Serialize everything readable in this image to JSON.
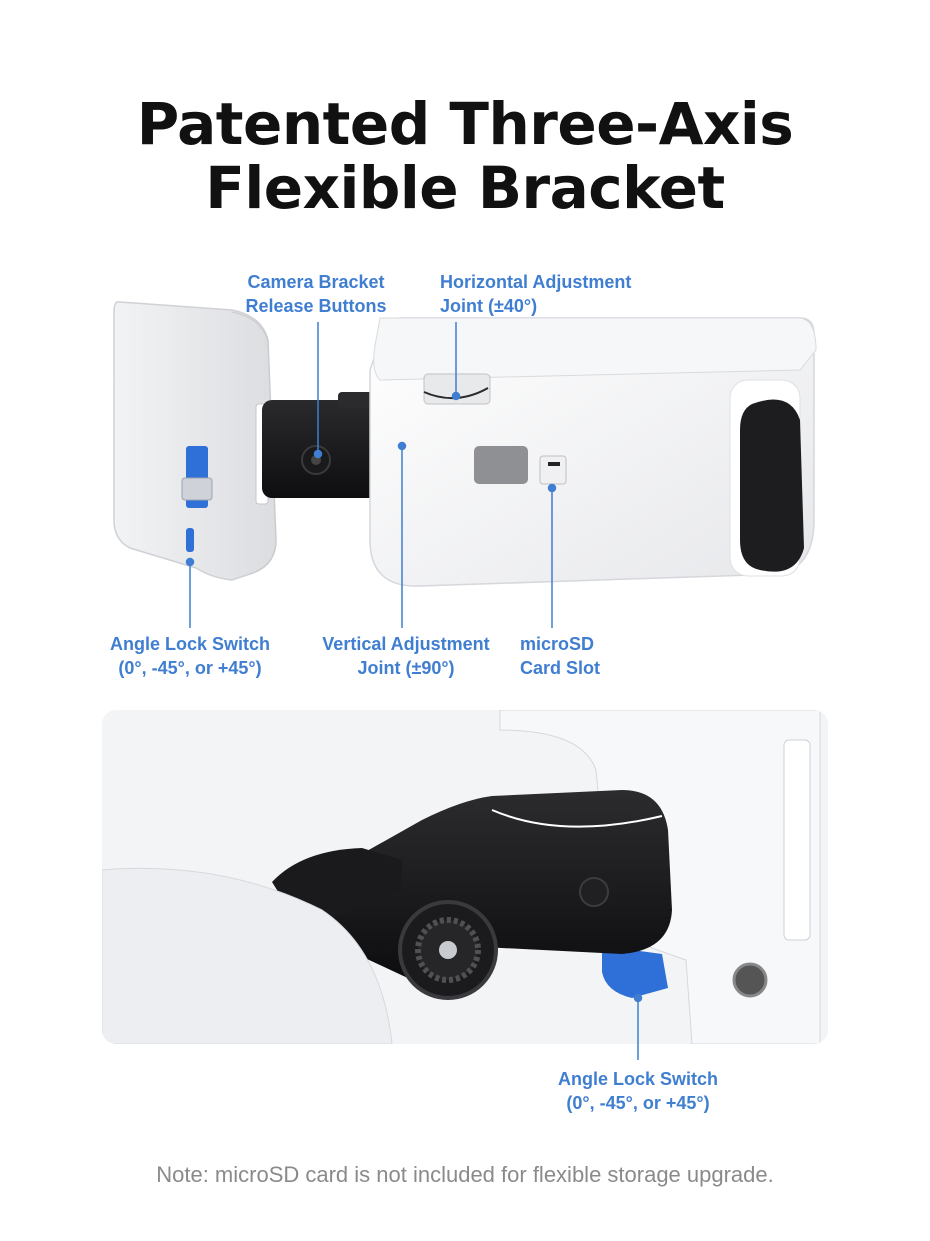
{
  "title": {
    "line1": "Patented Three-Axis",
    "line2": "Flexible Bracket"
  },
  "top_diagram": {
    "labels": {
      "camera_bracket": {
        "line1": "Camera Bracket",
        "line2": "Release Buttons"
      },
      "horizontal_joint": {
        "line1": "Horizontal Adjustment",
        "line2": "Joint (±40°)"
      },
      "angle_lock": {
        "line1": "Angle Lock Switch",
        "line2": "(0°, -45°, or +45°)"
      },
      "vertical_joint": {
        "line1": "Vertical Adjustment",
        "line2": "Joint (±90°)"
      },
      "microsd": {
        "line1": "microSD",
        "line2": "Card Slot"
      }
    }
  },
  "bottom_diagram": {
    "labels": {
      "angle_lock": {
        "line1": "Angle Lock Switch",
        "line2": "(0°, -45°, or +45°)"
      }
    }
  },
  "note": "Note: microSD card is not included for flexible storage upgrade.",
  "colors": {
    "accent": "#3f7ed0",
    "title": "#111111",
    "note": "#8a8a8a",
    "clip_blue": "#2f6fd8"
  }
}
